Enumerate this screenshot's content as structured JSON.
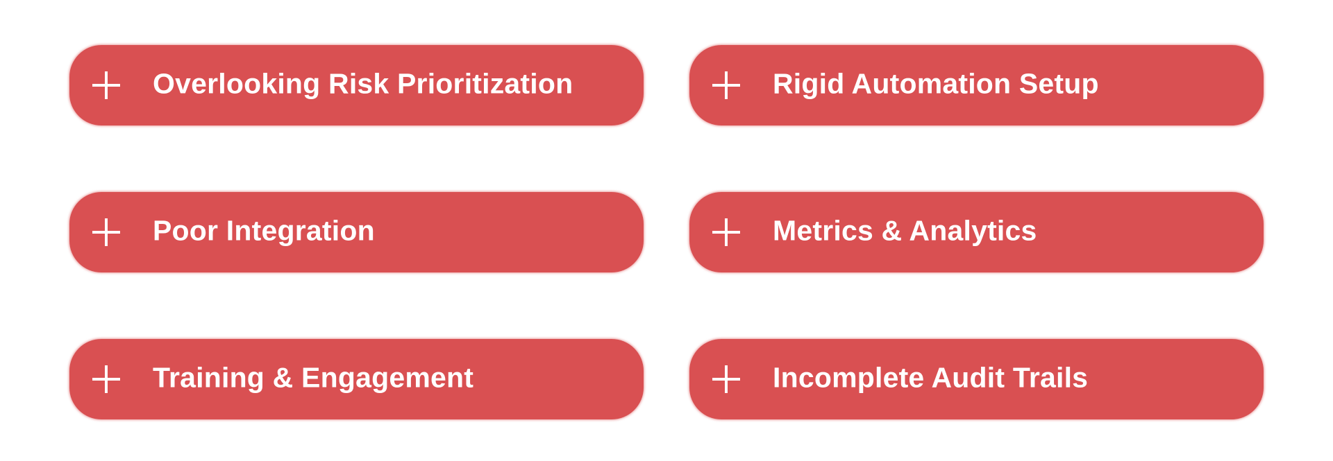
{
  "theme": {
    "button_color": "#D95052",
    "text_color": "#FFFFFF",
    "background": "#FFFFFF"
  },
  "accordion": {
    "items": [
      {
        "label": "Overlooking Risk Prioritization",
        "icon": "plus-icon",
        "expanded": false
      },
      {
        "label": "Rigid Automation Setup",
        "icon": "plus-icon",
        "expanded": false
      },
      {
        "label": "Poor Integration",
        "icon": "plus-icon",
        "expanded": false
      },
      {
        "label": "Metrics & Analytics",
        "icon": "plus-icon",
        "expanded": false
      },
      {
        "label": "Training & Engagement",
        "icon": "plus-icon",
        "expanded": false
      },
      {
        "label": "Incomplete Audit Trails",
        "icon": "plus-icon",
        "expanded": false
      }
    ]
  }
}
